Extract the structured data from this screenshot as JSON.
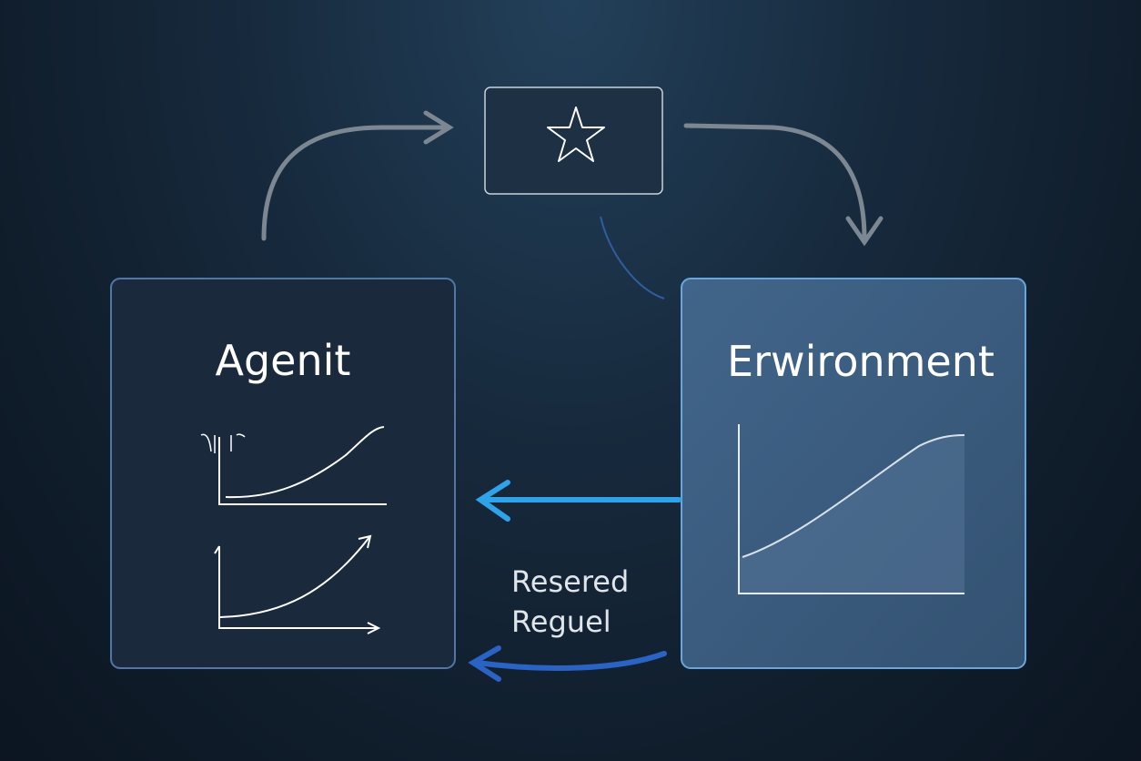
{
  "agent": {
    "title": "Agenit"
  },
  "environment": {
    "title": "Erwironment"
  },
  "arrow_label": {
    "line1": "Resered",
    "line2": "Reguel"
  },
  "icons": {
    "center_box": "star-icon"
  },
  "colors": {
    "agent_border": "#4f78a6",
    "environment_fill": "#3a5a7c",
    "environment_border": "#6aa6dc",
    "observation_arrow": "#2ea3ea",
    "reward_arrow": "#2a63c4",
    "flow_arrow": "#7c8791"
  }
}
